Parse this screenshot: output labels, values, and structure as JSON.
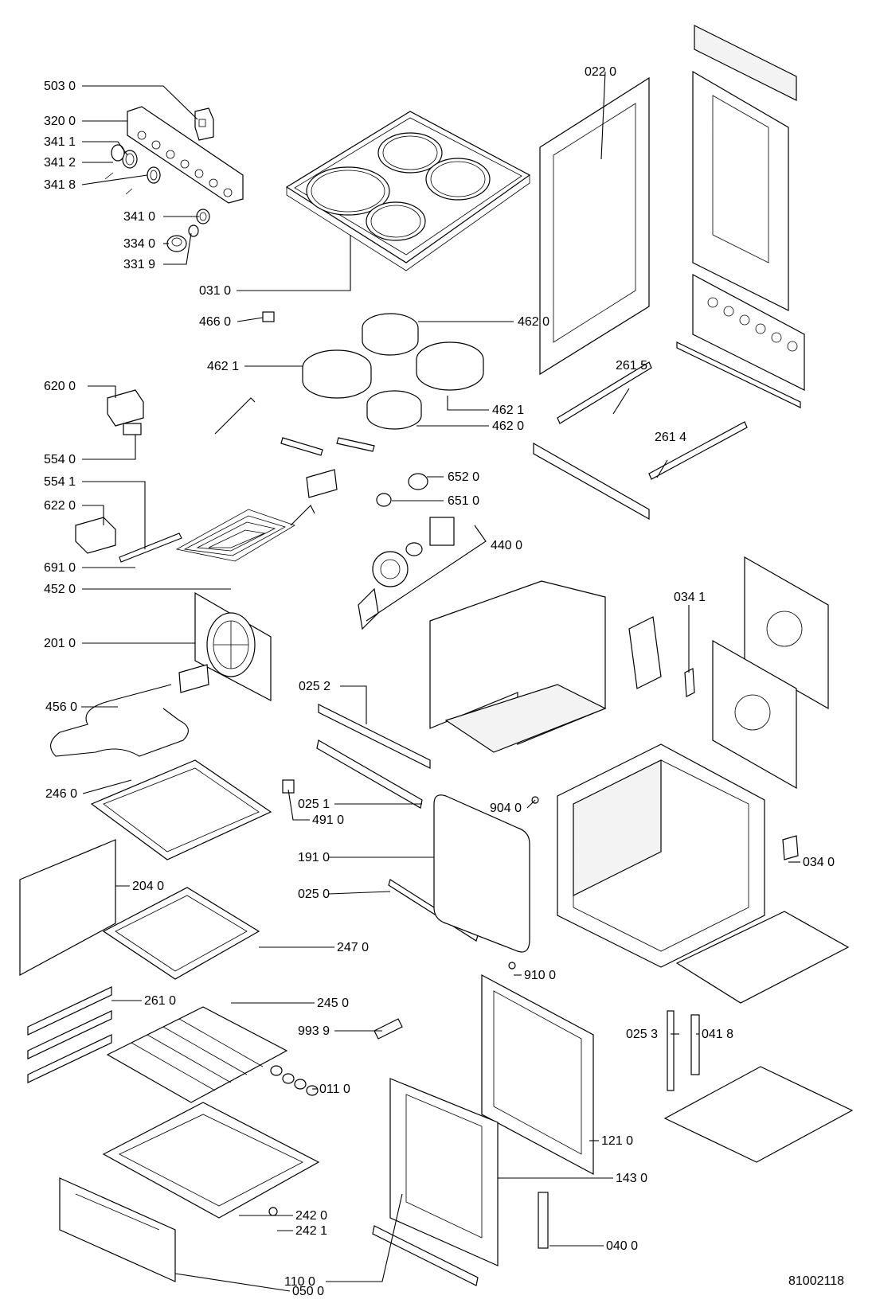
{
  "diagram_id": "81002118",
  "callouts": [
    {
      "id": "503-0",
      "label": "503 0"
    },
    {
      "id": "320-0",
      "label": "320 0"
    },
    {
      "id": "341-1",
      "label": "341 1"
    },
    {
      "id": "341-2",
      "label": "341 2"
    },
    {
      "id": "341-8",
      "label": "341 8"
    },
    {
      "id": "341-0",
      "label": "341 0"
    },
    {
      "id": "334-0",
      "label": "334 0"
    },
    {
      "id": "331-9",
      "label": "331 9"
    },
    {
      "id": "031-0",
      "label": "031 0"
    },
    {
      "id": "466-0",
      "label": "466 0"
    },
    {
      "id": "462-0a",
      "label": "462 0"
    },
    {
      "id": "462-1a",
      "label": "462 1"
    },
    {
      "id": "462-1b",
      "label": "462 1"
    },
    {
      "id": "462-0b",
      "label": "462 0"
    },
    {
      "id": "022-0",
      "label": "022 0"
    },
    {
      "id": "261-5",
      "label": "261 5"
    },
    {
      "id": "261-4",
      "label": "261 4"
    },
    {
      "id": "620-0",
      "label": "620 0"
    },
    {
      "id": "554-0",
      "label": "554 0"
    },
    {
      "id": "554-1",
      "label": "554 1"
    },
    {
      "id": "622-0",
      "label": "622 0"
    },
    {
      "id": "691-0",
      "label": "691 0"
    },
    {
      "id": "452-0",
      "label": "452 0"
    },
    {
      "id": "652-0",
      "label": "652 0"
    },
    {
      "id": "651-0",
      "label": "651 0"
    },
    {
      "id": "440-0",
      "label": "440 0"
    },
    {
      "id": "201-0",
      "label": "201 0"
    },
    {
      "id": "034-1",
      "label": "034 1"
    },
    {
      "id": "025-2",
      "label": "025 2"
    },
    {
      "id": "456-0",
      "label": "456 0"
    },
    {
      "id": "246-0",
      "label": "246 0"
    },
    {
      "id": "025-1",
      "label": "025 1"
    },
    {
      "id": "491-0",
      "label": "491 0"
    },
    {
      "id": "904-0",
      "label": "904 0"
    },
    {
      "id": "034-0",
      "label": "034 0"
    },
    {
      "id": "191-0",
      "label": "191 0"
    },
    {
      "id": "204-0",
      "label": "204 0"
    },
    {
      "id": "025-0",
      "label": "025 0"
    },
    {
      "id": "247-0",
      "label": "247 0"
    },
    {
      "id": "910-0",
      "label": "910 0"
    },
    {
      "id": "261-0",
      "label": "261 0"
    },
    {
      "id": "245-0",
      "label": "245 0"
    },
    {
      "id": "025-3",
      "label": "025 3"
    },
    {
      "id": "041-8",
      "label": "041 8"
    },
    {
      "id": "993-9",
      "label": "993 9"
    },
    {
      "id": "011-0",
      "label": "011 0"
    },
    {
      "id": "121-0",
      "label": "121 0"
    },
    {
      "id": "143-0",
      "label": "143 0"
    },
    {
      "id": "242-0",
      "label": "242 0"
    },
    {
      "id": "242-1",
      "label": "242 1"
    },
    {
      "id": "040-0",
      "label": "040 0"
    },
    {
      "id": "050-0",
      "label": "050 0"
    },
    {
      "id": "110-0",
      "label": "110 0"
    }
  ]
}
